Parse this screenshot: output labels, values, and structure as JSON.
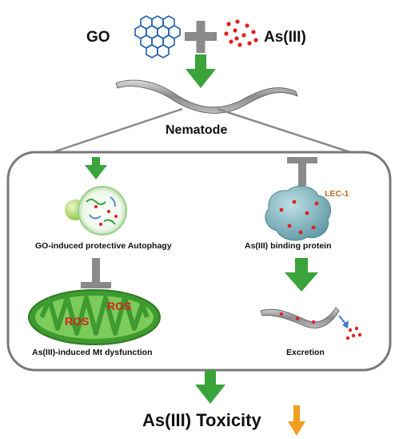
{
  "labels": {
    "go": "GO",
    "arsenic": "As(III)",
    "nematode": "Nematode",
    "autophagy": "GO-induced protective Autophagy",
    "binding_protein": "As(III) binding protein",
    "lec": "LEC-1",
    "ros_a": "ROS",
    "ros_b": "ROS",
    "mt_dysfunction": "As(III)-induced  Mt dysfunction",
    "excretion": "Excretion",
    "toxicity": "As(III)  Toxicity"
  },
  "colors": {
    "arrow_green": "#3aa33a",
    "inhibit_gray": "#8a8a8a",
    "hexagon_blue": "#1f5fa8",
    "dot_red": "#e02020",
    "mito_green": "#4caf3a",
    "decrease_orange": "#f0a020",
    "lec_orange": "#c8691a",
    "frame_gray": "#7a7a7a"
  },
  "icons": [
    "graphene-oxide-icon",
    "plus-icon",
    "arsenic-dots-icon",
    "nematode-worm-icon",
    "autophagosome-icon",
    "protein-icon",
    "mitochondrion-icon",
    "excreting-worm-icon"
  ]
}
